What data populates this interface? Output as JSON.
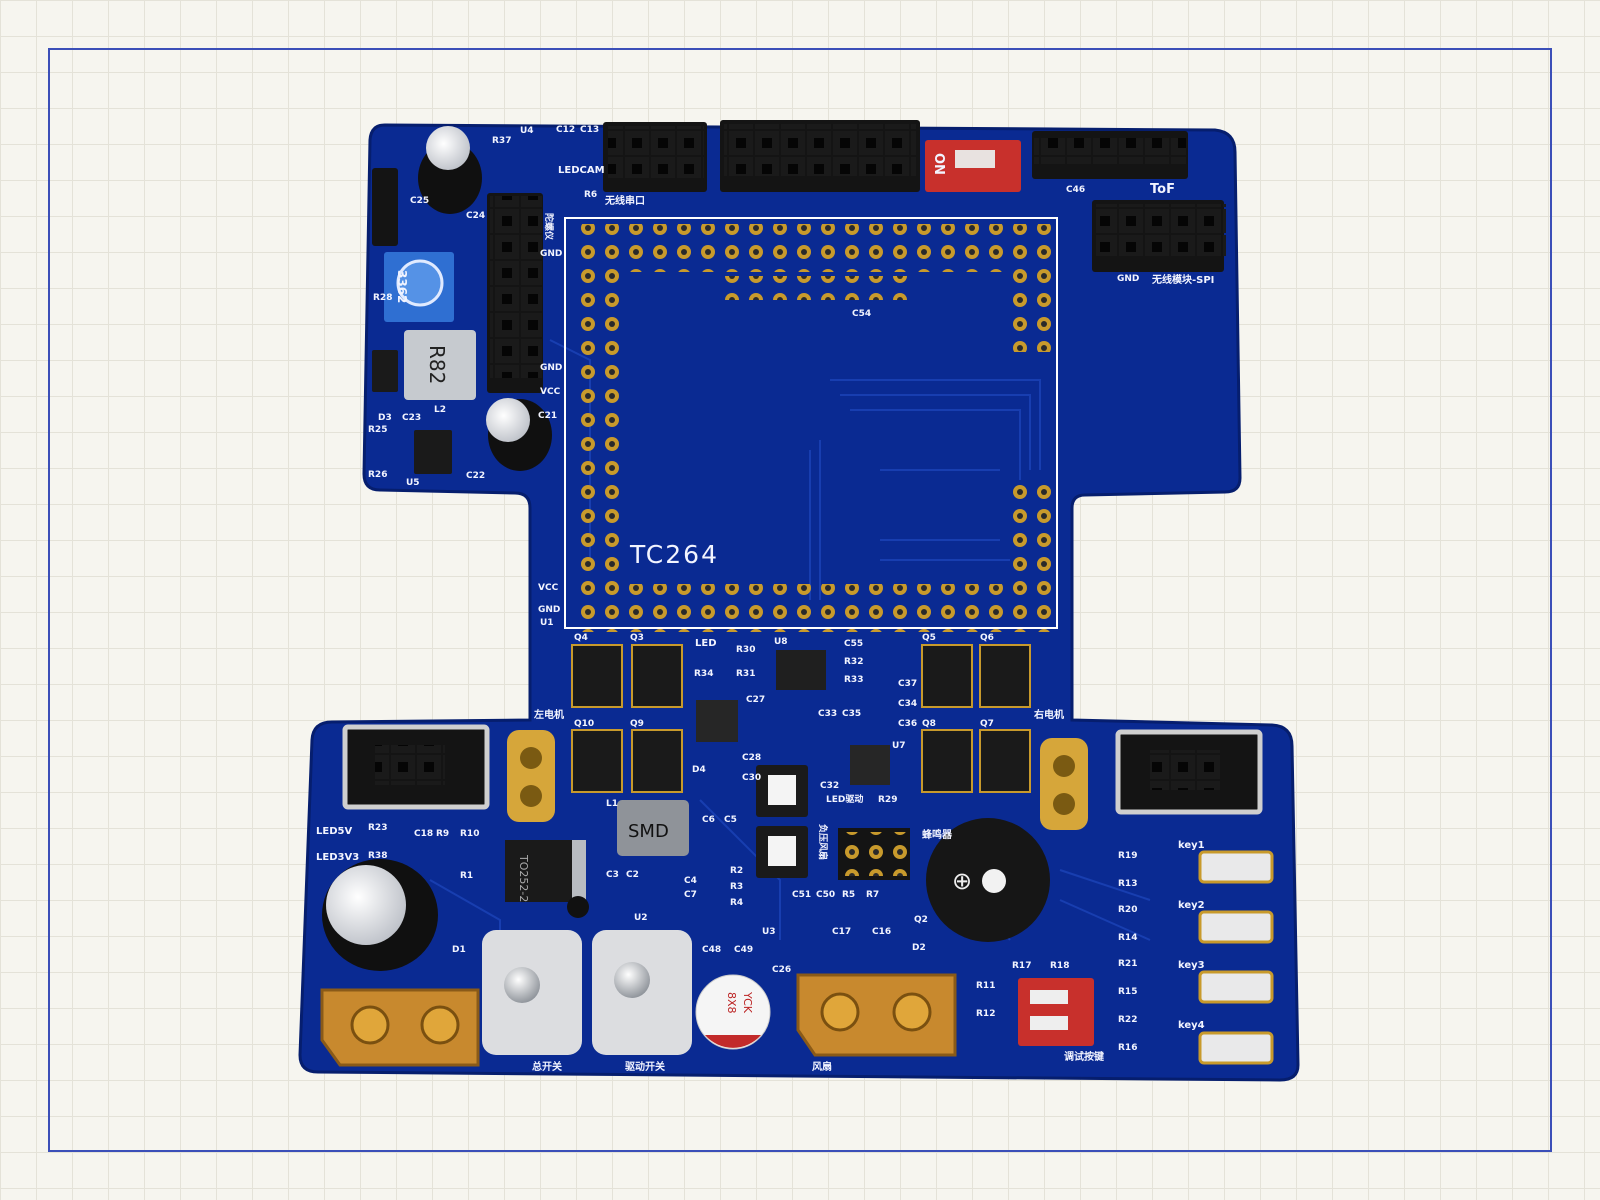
{
  "board": {
    "mcu_label": "TC264",
    "labels": {
      "wireless_serial": "无线串口",
      "ledcam": "LEDCAM",
      "tof": "ToF",
      "wireless_spi": "无线模块-SPI",
      "gnd": "GND",
      "vcc": "VCC",
      "gy": "陀螺仪",
      "left_motor": "左电机",
      "right_motor": "右电机",
      "led": "LED",
      "led_drive": "LED驱动",
      "fan_drive": "负压风扇",
      "buzzer": "蜂鸣器",
      "main_switch": "总开关",
      "drive_switch": "驱动开关",
      "fan": "风扇",
      "debug_keys": "调试按键",
      "led5v": "LED5V",
      "led3v3": "LED3V3",
      "smd": "SMD",
      "r82": "R82",
      "trimmer": "3362",
      "to252": "TO252-2",
      "cap_code": "8X8",
      "cap_brand": "YCK",
      "dip_on": "ON",
      "key1": "key1",
      "key2": "key2",
      "key3": "key3",
      "key4": "key4"
    },
    "refs": [
      "R37",
      "U4",
      "C12",
      "C13",
      "C25",
      "C24",
      "R28",
      "D3",
      "L2",
      "C23",
      "C21",
      "R25",
      "R26",
      "U5",
      "C22",
      "R6",
      "C46",
      "C54",
      "U1",
      "Q4",
      "Q3",
      "Q10",
      "Q9",
      "R30",
      "U8",
      "R34",
      "R31",
      "C27",
      "C55",
      "R32",
      "R33",
      "Q5",
      "Q6",
      "C37",
      "C34",
      "C36",
      "Q8",
      "Q7",
      "C33",
      "C35",
      "U7",
      "C32",
      "R29",
      "D4",
      "C26",
      "C28",
      "C30",
      "L1",
      "C6",
      "C5",
      "R2",
      "R3",
      "R4",
      "C3",
      "C2",
      "C4",
      "C7",
      "C51",
      "C50",
      "R5",
      "R7",
      "Q2",
      "D2",
      "C17",
      "C16",
      "C48",
      "C49",
      "U3",
      "U2",
      "C18",
      "R9",
      "R10",
      "R23",
      "R38",
      "R1",
      "D1",
      "R11",
      "R12",
      "R17",
      "R18",
      "R19",
      "R13",
      "R20",
      "R14",
      "R21",
      "R15",
      "R22",
      "R16"
    ]
  },
  "colors": {
    "pcb": "#0a2a92",
    "pcb_dark": "#061e6e",
    "pad_gold": "#c89a2c",
    "connector": "#141414",
    "dip_red": "#c8302c"
  }
}
